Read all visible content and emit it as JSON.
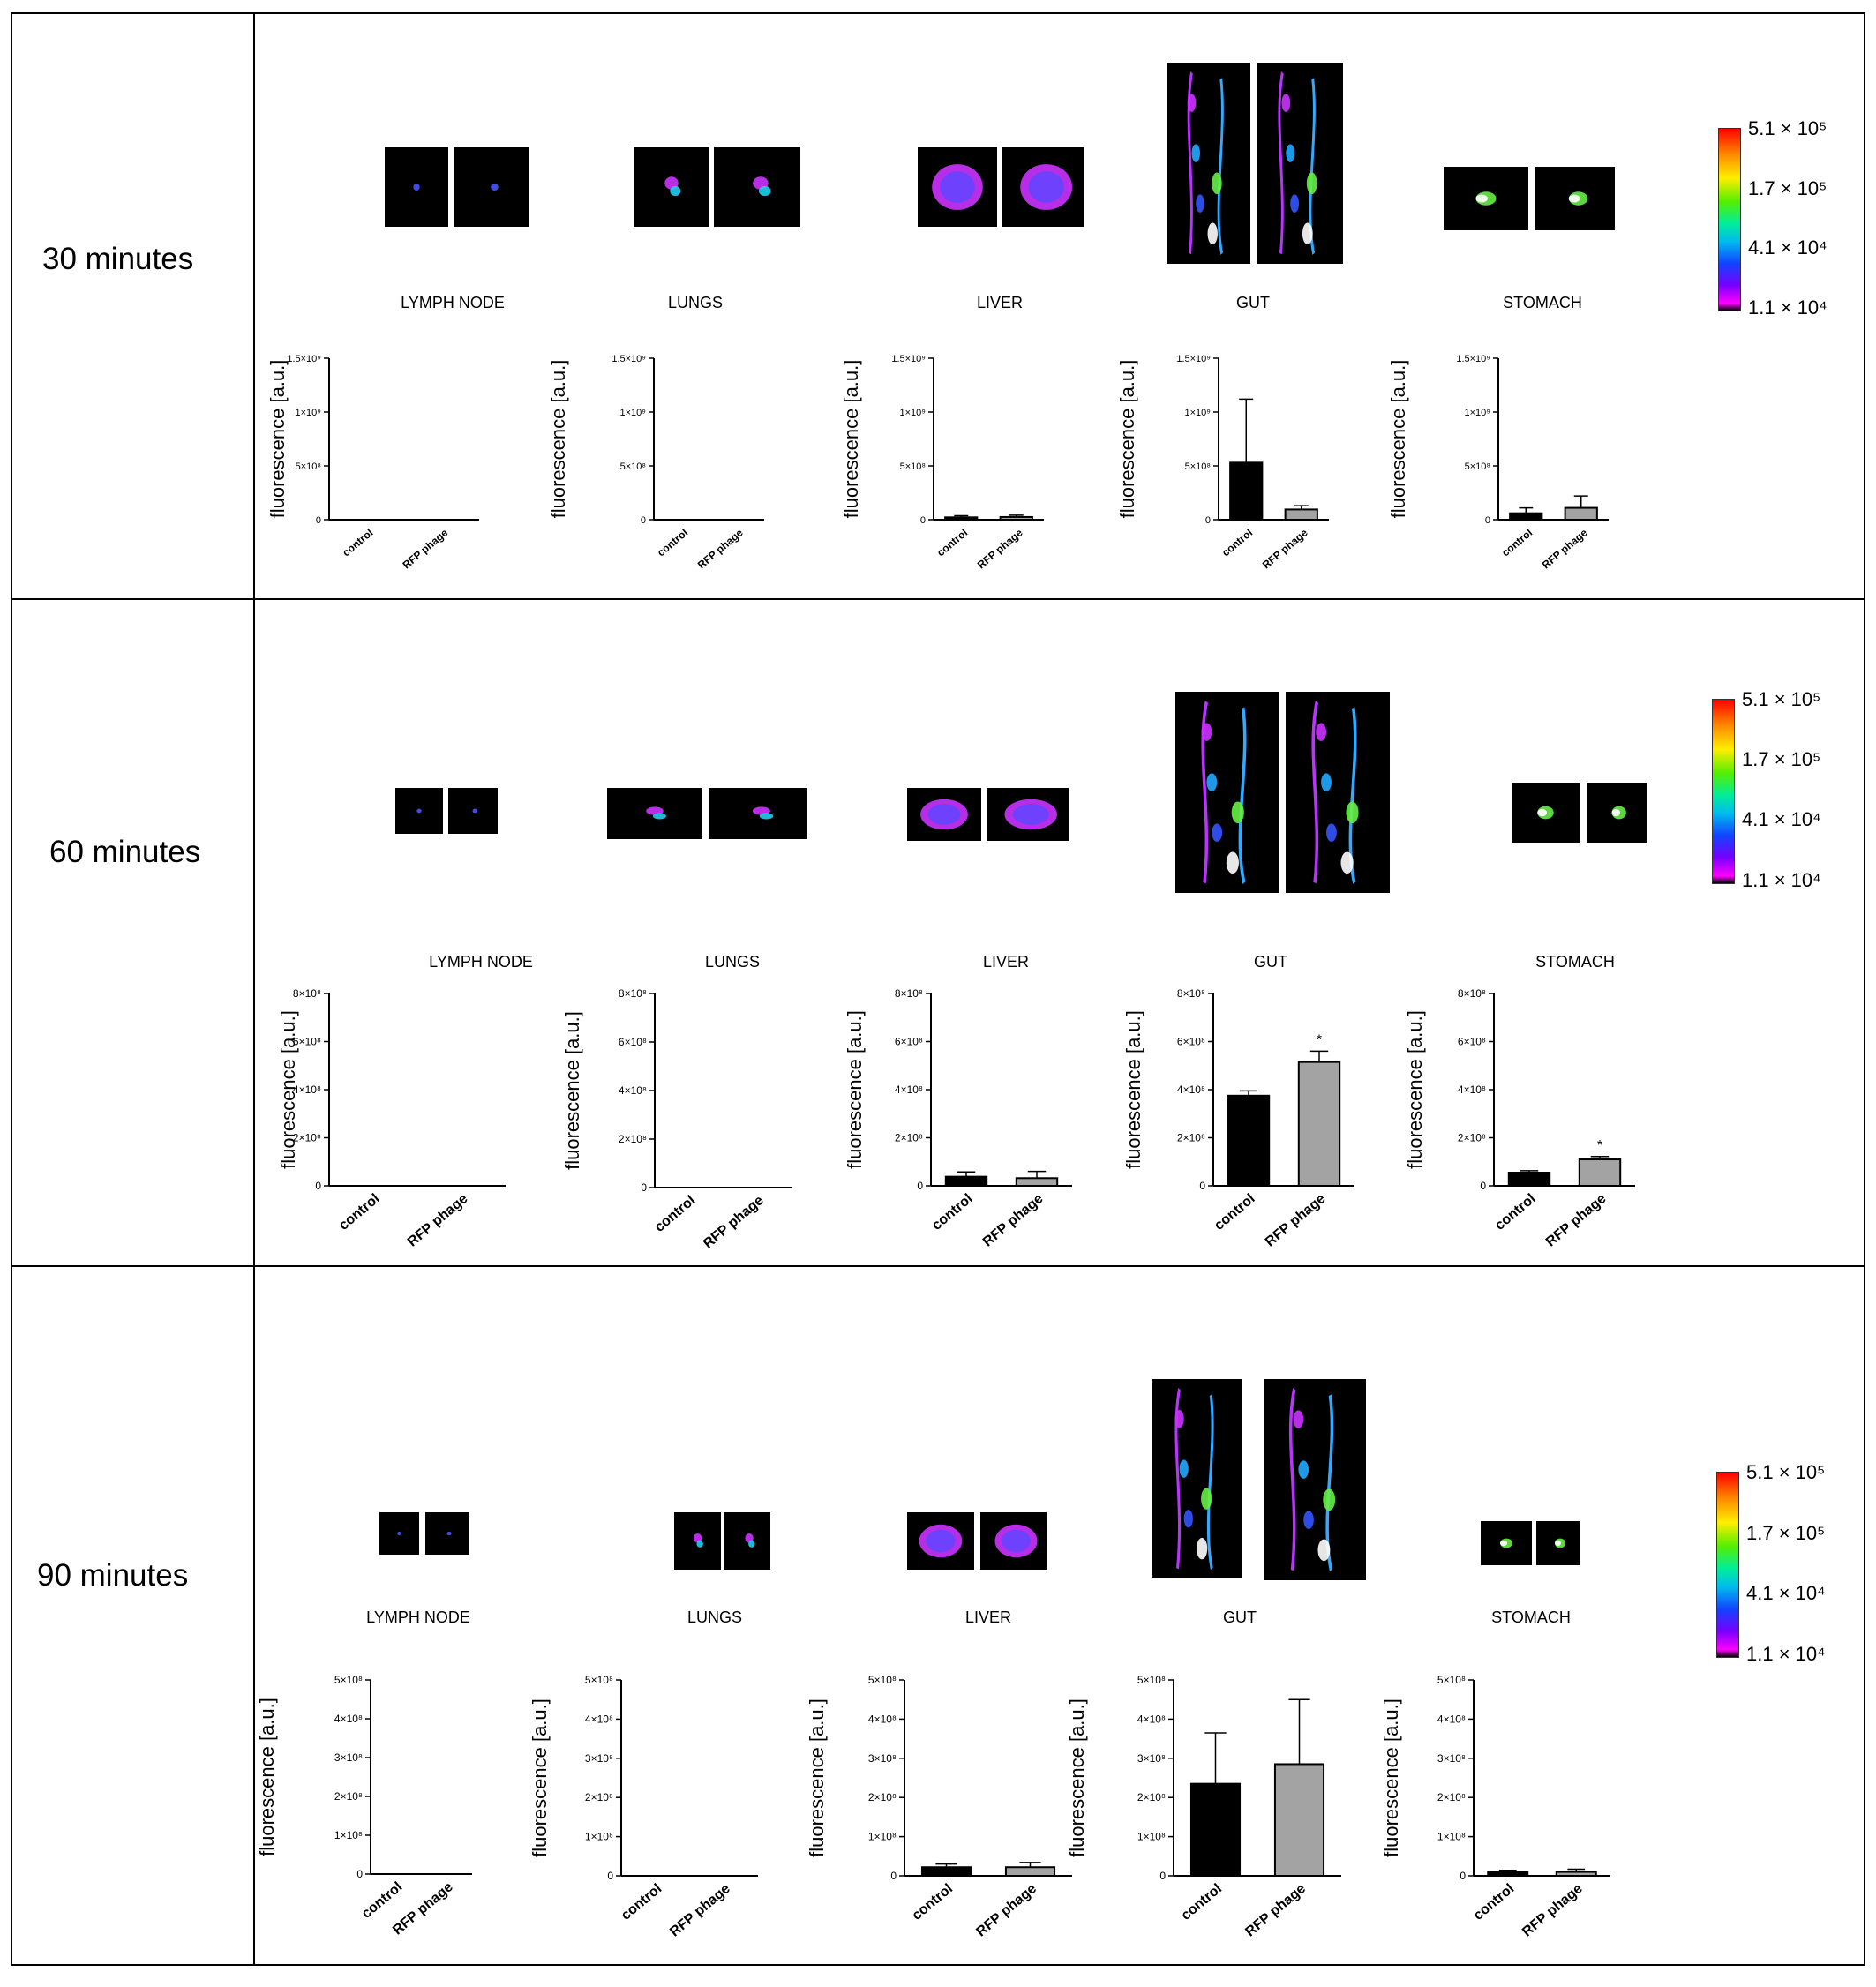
{
  "rows": [
    {
      "label": "30 minutes",
      "chart_data": [
        {
          "type": "bar",
          "organ": "LYMPH NODE",
          "categories": [
            "control",
            "RFP phage"
          ],
          "values": [
            0,
            0
          ],
          "errors": [
            0,
            0
          ],
          "ylim": [
            0,
            1500000000
          ],
          "yticks": [
            "0",
            "5×10⁸",
            "1×10⁹",
            "1.5×10⁹"
          ],
          "ylabel": "fluorescence [a.u.]",
          "significance": [
            "",
            ""
          ]
        },
        {
          "type": "bar",
          "organ": "LUNGS",
          "categories": [
            "control",
            "RFP phage"
          ],
          "values": [
            0,
            0
          ],
          "errors": [
            0,
            0
          ],
          "ylim": [
            0,
            1500000000
          ],
          "yticks": [
            "0",
            "5×10⁸",
            "1×10⁹",
            "1.5×10⁹"
          ],
          "ylabel": "fluorescence [a.u.]",
          "significance": [
            "",
            ""
          ]
        },
        {
          "type": "bar",
          "organ": "LIVER",
          "categories": [
            "control",
            "RFP phage"
          ],
          "values": [
            22000000,
            25000000
          ],
          "errors": [
            15000000,
            17000000
          ],
          "ylim": [
            0,
            1500000000
          ],
          "yticks": [
            "0",
            "5×10⁸",
            "1×10⁹",
            "1.5×10⁹"
          ],
          "ylabel": "fluorescence [a.u.]",
          "significance": [
            "",
            ""
          ]
        },
        {
          "type": "bar",
          "organ": "GUT",
          "categories": [
            "control",
            "RFP phage"
          ],
          "values": [
            530000000,
            95000000
          ],
          "errors": [
            590000000,
            35000000
          ],
          "ylim": [
            0,
            1500000000
          ],
          "yticks": [
            "0",
            "5×10⁸",
            "1×10⁹",
            "1.5×10⁹"
          ],
          "ylabel": "fluorescence [a.u.]",
          "significance": [
            "",
            ""
          ]
        },
        {
          "type": "bar",
          "organ": "STOMACH",
          "categories": [
            "control",
            "RFP phage"
          ],
          "values": [
            60000000,
            110000000
          ],
          "errors": [
            50000000,
            110000000
          ],
          "ylim": [
            0,
            1500000000
          ],
          "yticks": [
            "0",
            "5×10⁸",
            "1×10⁹",
            "1.5×10⁹"
          ],
          "ylabel": "fluorescence [a.u.]",
          "significance": [
            "",
            ""
          ]
        }
      ]
    },
    {
      "label": "60 minutes",
      "chart_data": [
        {
          "type": "bar",
          "organ": "LYMPH NODE",
          "categories": [
            "control",
            "RFP phage"
          ],
          "values": [
            0,
            0
          ],
          "errors": [
            0,
            0
          ],
          "ylim": [
            0,
            800000000
          ],
          "yticks": [
            "0",
            "2×10⁸",
            "4×10⁸",
            "6×10⁸",
            "8×10⁸"
          ],
          "ylabel": "fluorescence [a.u.]",
          "significance": [
            "",
            ""
          ]
        },
        {
          "type": "bar",
          "organ": "LUNGS",
          "categories": [
            "control",
            "RFP phage"
          ],
          "values": [
            0,
            0
          ],
          "errors": [
            0,
            0
          ],
          "ylim": [
            0,
            800000000
          ],
          "yticks": [
            "0",
            "2×10⁸",
            "4×10⁸",
            "6×10⁸",
            "8×10⁸"
          ],
          "ylabel": "fluorescence [a.u.]",
          "significance": [
            "",
            ""
          ]
        },
        {
          "type": "bar",
          "organ": "LIVER",
          "categories": [
            "control",
            "RFP phage"
          ],
          "values": [
            38000000,
            32000000
          ],
          "errors": [
            20000000,
            28000000
          ],
          "ylim": [
            0,
            800000000
          ],
          "yticks": [
            "0",
            "2×10⁸",
            "4×10⁸",
            "6×10⁸",
            "8×10⁸"
          ],
          "ylabel": "fluorescence [a.u.]",
          "significance": [
            "",
            ""
          ]
        },
        {
          "type": "bar",
          "organ": "GUT",
          "categories": [
            "control",
            "RFP phage"
          ],
          "values": [
            375000000,
            515000000
          ],
          "errors": [
            20000000,
            45000000
          ],
          "ylim": [
            0,
            800000000
          ],
          "yticks": [
            "0",
            "2×10⁸",
            "4×10⁸",
            "6×10⁸",
            "8×10⁸"
          ],
          "ylabel": "fluorescence [a.u.]",
          "significance": [
            "",
            "*"
          ]
        },
        {
          "type": "bar",
          "organ": "STOMACH",
          "categories": [
            "control",
            "RFP phage"
          ],
          "values": [
            55000000,
            110000000
          ],
          "errors": [
            8000000,
            12000000
          ],
          "ylim": [
            0,
            800000000
          ],
          "yticks": [
            "0",
            "2×10⁸",
            "4×10⁸",
            "6×10⁸",
            "8×10⁸"
          ],
          "ylabel": "fluorescence [a.u.]",
          "significance": [
            "",
            "*"
          ]
        }
      ]
    },
    {
      "label": "90 minutes",
      "chart_data": [
        {
          "type": "bar",
          "organ": "LYMPH NODE",
          "categories": [
            "control",
            "RFP phage"
          ],
          "values": [
            0,
            0
          ],
          "errors": [
            0,
            0
          ],
          "ylim": [
            0,
            500000000
          ],
          "yticks": [
            "0",
            "1×10⁸",
            "2×10⁸",
            "3×10⁸",
            "4×10⁸",
            "5×10⁸"
          ],
          "ylabel": "fluorescence [a.u.]",
          "significance": [
            "",
            ""
          ]
        },
        {
          "type": "bar",
          "organ": "LUNGS",
          "categories": [
            "control",
            "RFP phage"
          ],
          "values": [
            0,
            0
          ],
          "errors": [
            0,
            0
          ],
          "ylim": [
            0,
            500000000
          ],
          "yticks": [
            "0",
            "1×10⁸",
            "2×10⁸",
            "3×10⁸",
            "4×10⁸",
            "5×10⁸"
          ],
          "ylabel": "fluorescence [a.u.]",
          "significance": [
            "",
            ""
          ]
        },
        {
          "type": "bar",
          "organ": "LIVER",
          "categories": [
            "control",
            "RFP phage"
          ],
          "values": [
            22000000,
            22000000
          ],
          "errors": [
            8000000,
            12000000
          ],
          "ylim": [
            0,
            500000000
          ],
          "yticks": [
            "0",
            "1×10⁸",
            "2×10⁸",
            "3×10⁸",
            "4×10⁸",
            "5×10⁸"
          ],
          "ylabel": "fluorescence [a.u.]",
          "significance": [
            "",
            ""
          ]
        },
        {
          "type": "bar",
          "organ": "GUT",
          "categories": [
            "control",
            "RFP phage"
          ],
          "values": [
            235000000,
            285000000
          ],
          "errors": [
            130000000,
            165000000
          ],
          "ylim": [
            0,
            500000000
          ],
          "yticks": [
            "0",
            "1×10⁸",
            "2×10⁸",
            "3×10⁸",
            "4×10⁸",
            "5×10⁸"
          ],
          "ylabel": "fluorescence [a.u.]",
          "significance": [
            "",
            ""
          ]
        },
        {
          "type": "bar",
          "organ": "STOMACH",
          "categories": [
            "control",
            "RFP phage"
          ],
          "values": [
            10000000,
            10000000
          ],
          "errors": [
            4000000,
            7000000
          ],
          "ylim": [
            0,
            500000000
          ],
          "yticks": [
            "0",
            "1×10⁸",
            "2×10⁸",
            "3×10⁸",
            "4×10⁸",
            "5×10⁸"
          ],
          "ylabel": "fluorescence [a.u.]",
          "significance": [
            "",
            ""
          ]
        }
      ]
    }
  ],
  "colorbar": {
    "labels": [
      "5.1 × 10⁵",
      "1.7 × 10⁵",
      "4.1 × 10⁴",
      "1.1 × 10⁴"
    ]
  },
  "bar_colors": [
    "#000000",
    "#a3a3a3"
  ]
}
